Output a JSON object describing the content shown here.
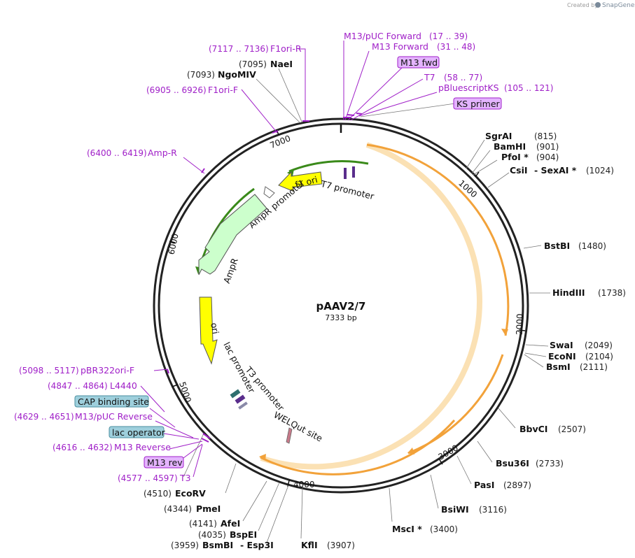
{
  "credit": {
    "prefix": "Created by",
    "brand": "SnapGene"
  },
  "plasmid": {
    "name": "pAAV2/7",
    "length_label": "7333 bp"
  },
  "ticks": [
    "1000",
    "2000",
    "3000",
    "4000",
    "5000",
    "6000",
    "7000"
  ],
  "features": {
    "t7_promoter": "T7 promoter",
    "f1_ori": "f1 ori",
    "ampr_promoter": "AmpR promoter",
    "ampr": "AmpR",
    "ori": "ori",
    "lac_promoter": "lac promoter",
    "t3_promoter": "T3 promoter",
    "welqut": "WELQut site"
  },
  "right_sites": [
    {
      "name": "SgrAI",
      "pos": "(815)"
    },
    {
      "name": "BamHI",
      "pos": "(901)"
    },
    {
      "name": "PfoI *",
      "pos": "(904)"
    },
    {
      "name": "CsiI",
      "name2": "- SexAI *",
      "pos": "(1024)"
    },
    {
      "name": "BstBI",
      "pos": "(1480)"
    },
    {
      "name": "HindIII",
      "pos": "(1738)"
    },
    {
      "name": "SwaI",
      "pos": "(2049)"
    },
    {
      "name": "EcoNI",
      "pos": "(2104)"
    },
    {
      "name": "BsmI",
      "pos": "(2111)"
    },
    {
      "name": "BbvCI",
      "pos": "(2507)"
    },
    {
      "name": "Bsu36I",
      "pos": "(2733)"
    },
    {
      "name": "PasI",
      "pos": "(2897)"
    },
    {
      "name": "BsiWI",
      "pos": "(3116)"
    },
    {
      "name": "MscI *",
      "pos": "(3400)"
    },
    {
      "name": "KflI",
      "pos": "(3907)"
    }
  ],
  "left_sites": [
    {
      "name": "NaeI",
      "pos": "(7095)"
    },
    {
      "name": "NgoMIV",
      "pos": "(7093)"
    },
    {
      "name": "EcoRV",
      "pos": "(4510)"
    },
    {
      "name": "PmeI",
      "pos": "(4344)"
    },
    {
      "name": "AfeI",
      "pos": "(4141)"
    },
    {
      "name": "BspEI",
      "pos": "(4035)"
    },
    {
      "name": "BsmBI",
      "name2": "- Esp3I",
      "pos": "(3959)"
    }
  ],
  "primers": [
    {
      "name": "M13/pUC Forward",
      "range": "(17 .. 39)"
    },
    {
      "name": "M13 Forward",
      "range": "(31 .. 48)"
    },
    {
      "name": "M13 fwd",
      "range": ""
    },
    {
      "name": "T7",
      "range": "(58 .. 77)"
    },
    {
      "name": "pBluescriptKS",
      "range": "(105 .. 121)"
    },
    {
      "name": "KS primer",
      "range": ""
    },
    {
      "name": "F1ori-R",
      "range": "(7117 .. 7136)"
    },
    {
      "name": "F1ori-F",
      "range": "(6905 .. 6926)"
    },
    {
      "name": "Amp-R",
      "range": "(6400 .. 6419)"
    },
    {
      "name": "pBR322ori-F",
      "range": "(5098 .. 5117)"
    },
    {
      "name": "L4440",
      "range": "(4847 .. 4864)"
    },
    {
      "name": "CAP binding site",
      "range": ""
    },
    {
      "name": "M13/pUC Reverse",
      "range": "(4629 .. 4651)"
    },
    {
      "name": "lac operator",
      "range": ""
    },
    {
      "name": "M13 Reverse",
      "range": "(4616 .. 4632)"
    },
    {
      "name": "M13 rev",
      "range": ""
    },
    {
      "name": "T3",
      "range": "(4577 .. 4597)"
    }
  ],
  "colors": {
    "primer": "#a020c8",
    "primer_box": "#e4b4ff",
    "blue_box": "#9ecfdc",
    "orange": "#f2a23a",
    "green": "#3a8a1a",
    "yellow": "#ffff00",
    "ampr_fill": "#ccffcc"
  }
}
